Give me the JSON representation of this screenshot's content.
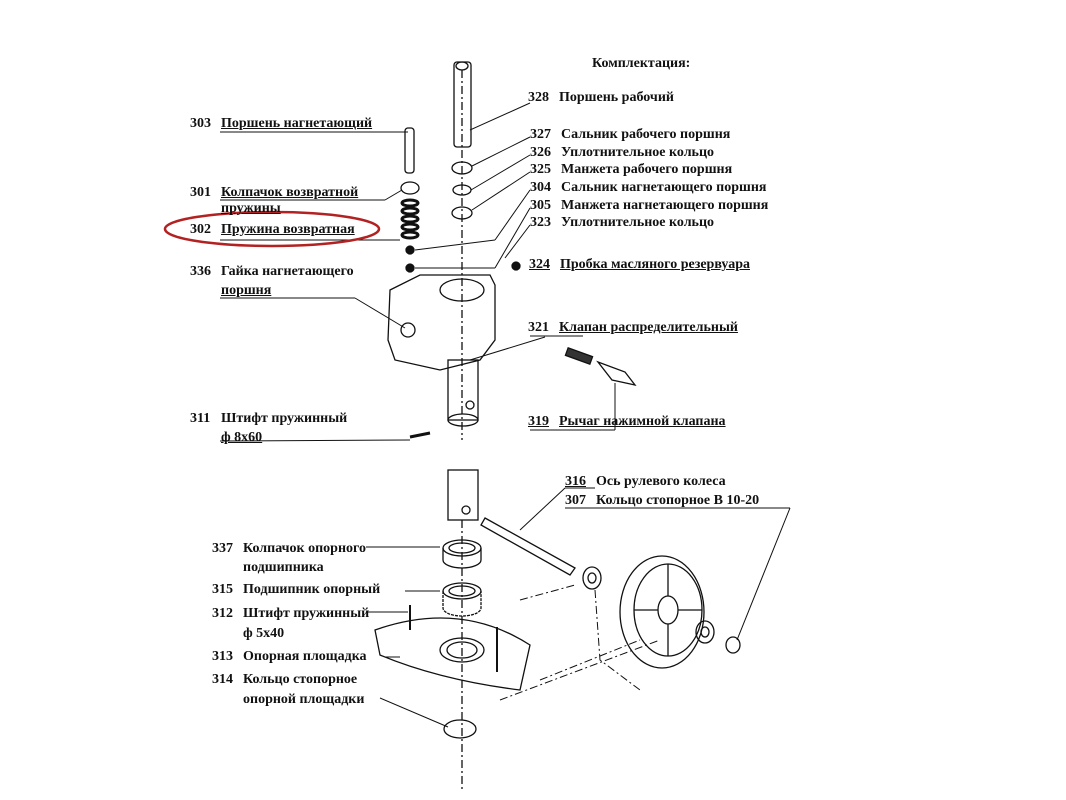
{
  "title": "Комплектация:",
  "highlight_color": "#b22222",
  "parts": {
    "p328": {
      "num": "328",
      "name": "Поршень  рабочий"
    },
    "p303": {
      "num": "303",
      "name": "Поршень нагнетающий"
    },
    "p327": {
      "num": "327",
      "name": "Сальник рабочего поршня"
    },
    "p326": {
      "num": "326",
      "name": "Уплотнительное кольцо"
    },
    "p325": {
      "num": "325",
      "name": "Манжета рабочего поршня"
    },
    "p304": {
      "num": "304",
      "name": "Сальник нагнетающего поршня"
    },
    "p305": {
      "num": "305",
      "name": "Манжета нагнетающего поршня"
    },
    "p323": {
      "num": "323",
      "name": "Уплотнительное кольцо"
    },
    "p301": {
      "num": "301",
      "name": "Колпачок возвратной",
      "name2": "пружины"
    },
    "p302": {
      "num": "302",
      "name": "Пружина возвратная"
    },
    "p336": {
      "num": "336",
      "name": "Гайка нагнетающего",
      "name2": "поршня"
    },
    "p324": {
      "num": "324",
      "name": "Пробка масляного резервуара"
    },
    "p321": {
      "num": "321",
      "name": "Клапан распределительный"
    },
    "p319": {
      "num": "319",
      "name": "Рычаг нажимной клапана"
    },
    "p311": {
      "num": "311",
      "name": "Штифт пружинный",
      "name2": "ф 8х60"
    },
    "p316": {
      "num": "316",
      "name": "Ось рулевого колеса"
    },
    "p307": {
      "num": "307",
      "name": "Кольцо стопорное В 10-20"
    },
    "p337": {
      "num": "337",
      "name": "Колпачок опорного",
      "name2": "подшипника"
    },
    "p315": {
      "num": "315",
      "name": "Подшипник опорный"
    },
    "p312": {
      "num": "312",
      "name": "Штифт пружинный",
      "name2": "ф 5х40"
    },
    "p313": {
      "num": "313",
      "name": "Опорная площадка"
    },
    "p314": {
      "num": "314",
      "name": "Кольцо стопорное",
      "name2": "опорной площадки"
    }
  }
}
